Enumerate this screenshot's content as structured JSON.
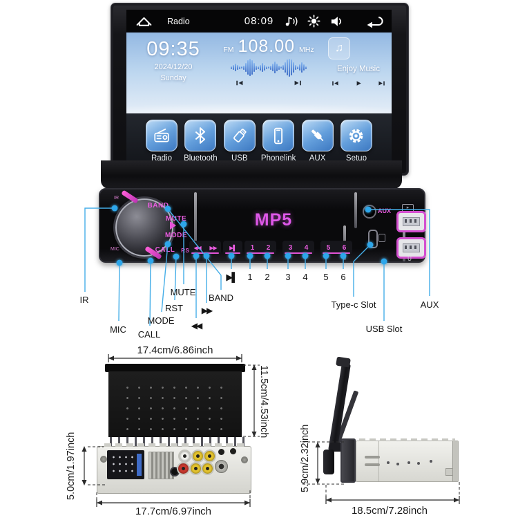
{
  "screen_ui": {
    "status_bar": {
      "app_title": "Radio",
      "time": "08:09",
      "icons": [
        "home-icon",
        "sound-wave-icon",
        "brightness-icon",
        "volume-icon",
        "back-icon"
      ]
    },
    "clock_widget": {
      "time": "09:35",
      "date": "2024/12/20",
      "weekday": "Sunday"
    },
    "radio_widget": {
      "band": "FM",
      "frequency": "108.00",
      "unit": "MHz"
    },
    "music_widget": {
      "caption": "Enjoy Music",
      "icon": "music-note-icon",
      "note_glyph": "♫"
    },
    "app_dock": [
      {
        "label": "Radio",
        "icon": "radio-app-icon"
      },
      {
        "label": "Bluetooth",
        "icon": "bluetooth-app-icon"
      },
      {
        "label": "USB",
        "icon": "usb-app-icon"
      },
      {
        "label": "Phonelink",
        "icon": "phonelink-app-icon"
      },
      {
        "label": "AUX",
        "icon": "aux-app-icon"
      },
      {
        "label": "Setup",
        "icon": "setup-gear-app-icon"
      }
    ]
  },
  "front_panel": {
    "brand": "MP5",
    "ir_label": "IR",
    "mic_label": "MIC",
    "band": "BAND",
    "mute": "MUTE",
    "mode": "MODE",
    "call": "CALL",
    "rst": "RST",
    "prev_glyph": "◀◀",
    "next_glyph": "▶▶",
    "play_pause_glyph": "▶▌",
    "presets": [
      "1",
      "2",
      "3",
      "4",
      "5",
      "6"
    ],
    "aux_label": "AUX",
    "usb_label": "U",
    "usb_icon_glyph": "▸"
  },
  "callouts": {
    "ir": "IR",
    "mic": "MIC",
    "call": "CALL",
    "mode": "MODE",
    "rst": "RST",
    "mute": "MUTE",
    "band": "BAND",
    "prev": "◀◀",
    "next": "▶▶",
    "play_pause": "▶▌",
    "presets": [
      "1",
      "2",
      "3",
      "4",
      "5",
      "6"
    ],
    "type_c": "Type-c Slot",
    "usb": "USB Slot",
    "aux": "AUX"
  },
  "dimensions": {
    "front_width": "17.4cm/6.86inch",
    "open_height": "11.5cm/4.53inch",
    "chassis_height": "5.0cm/1.97inch",
    "rear_width": "17.7cm/6.97inch",
    "side_height": "5.9cm/2.32inch",
    "side_depth": "18.5cm/7.28inch"
  },
  "colors": {
    "accent_pink": "#e653d8",
    "callout_blue": "#45aee8",
    "screen_accent_blue": "#4a86d8"
  }
}
